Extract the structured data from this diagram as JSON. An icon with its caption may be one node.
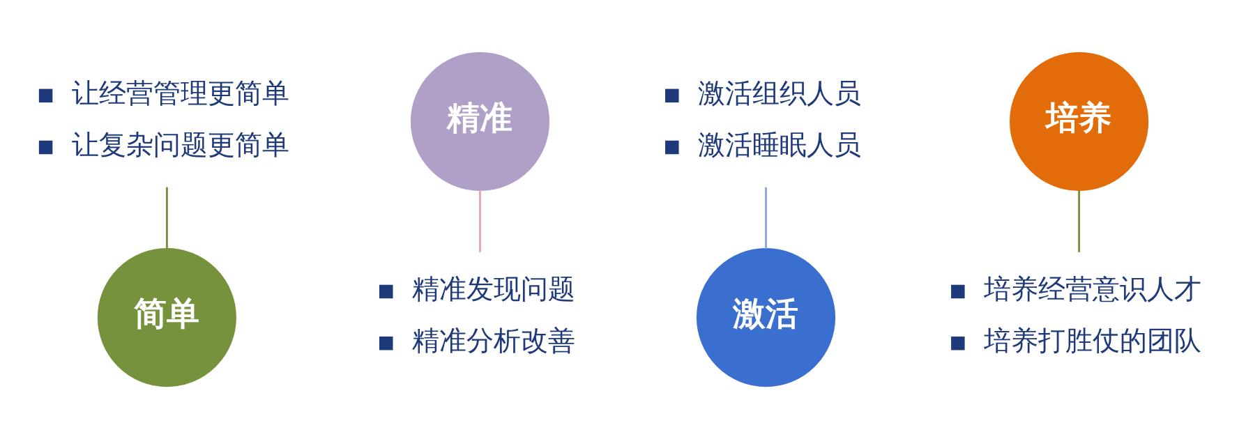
{
  "diagram": {
    "nodes": [
      {
        "text": [
          "让经营管理更简单",
          "让复杂问题更简单"
        ]
      },
      {
        "text": [
          "简单"
        ]
      },
      {
        "text": [
          "精准"
        ]
      },
      {
        "text": [
          "精准发现问题",
          "精准分析改善"
        ]
      },
      {
        "text": [
          "激活组织人员",
          "激活睡眠人员"
        ]
      },
      {
        "text": [
          "激活"
        ]
      },
      {
        "text": [
          "培养"
        ]
      },
      {
        "text": [
          "培养经营意识人才",
          "培养打胜仗的团队"
        ]
      }
    ],
    "edges": [
      {
        "from": 0,
        "to": 1,
        "arrow": "none",
        "color": "#76923c"
      },
      {
        "from": 2,
        "to": 3,
        "arrow": "none",
        "color": "#e8a8b0"
      },
      {
        "from": 4,
        "to": 5,
        "arrow": "none",
        "color": "#8eaadb"
      },
      {
        "from": 6,
        "to": 7,
        "arrow": "none",
        "color": "#76923c"
      }
    ]
  }
}
